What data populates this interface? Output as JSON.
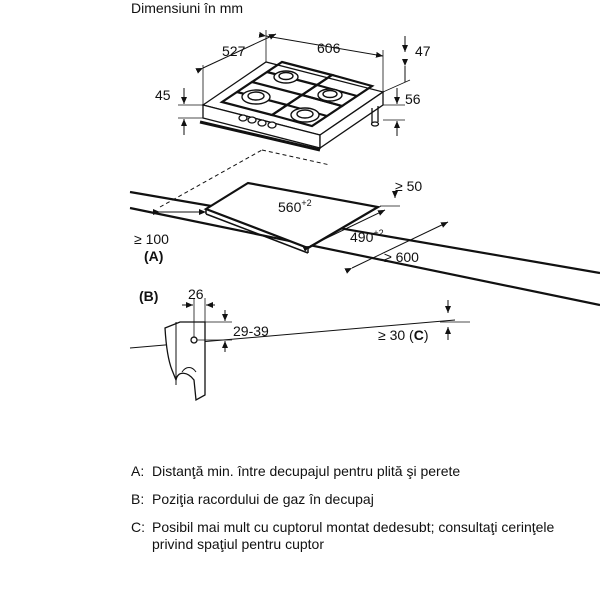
{
  "title": "Dimensiuni în mm",
  "dimensions": {
    "d527": "527",
    "d606": "606",
    "d47": "47",
    "d45": "45",
    "d56": "56",
    "d50": "≥ 50",
    "d560": "560",
    "d560_tol": "+2",
    "d490": "490",
    "d490_tol": "+2",
    "d600": "≥ 600",
    "d100": "≥ 100",
    "labelA": "(A)",
    "labelB": "(B)",
    "d26": "26",
    "d29_39": "29-39",
    "d30": "≥ 30 (",
    "labelC": "C",
    "d30_end": ")"
  },
  "legend": [
    {
      "key": "A:",
      "text": "Distanţă min. între decupajul pentru plită şi perete"
    },
    {
      "key": "B:",
      "text": "Poziţia racordului de gaz în decupaj"
    },
    {
      "key": "C:",
      "text": "Posibil mai mult cu cuptorul montat dedesubt; consultaţi cerinţele privind spaţiul pentru cuptor"
    }
  ]
}
